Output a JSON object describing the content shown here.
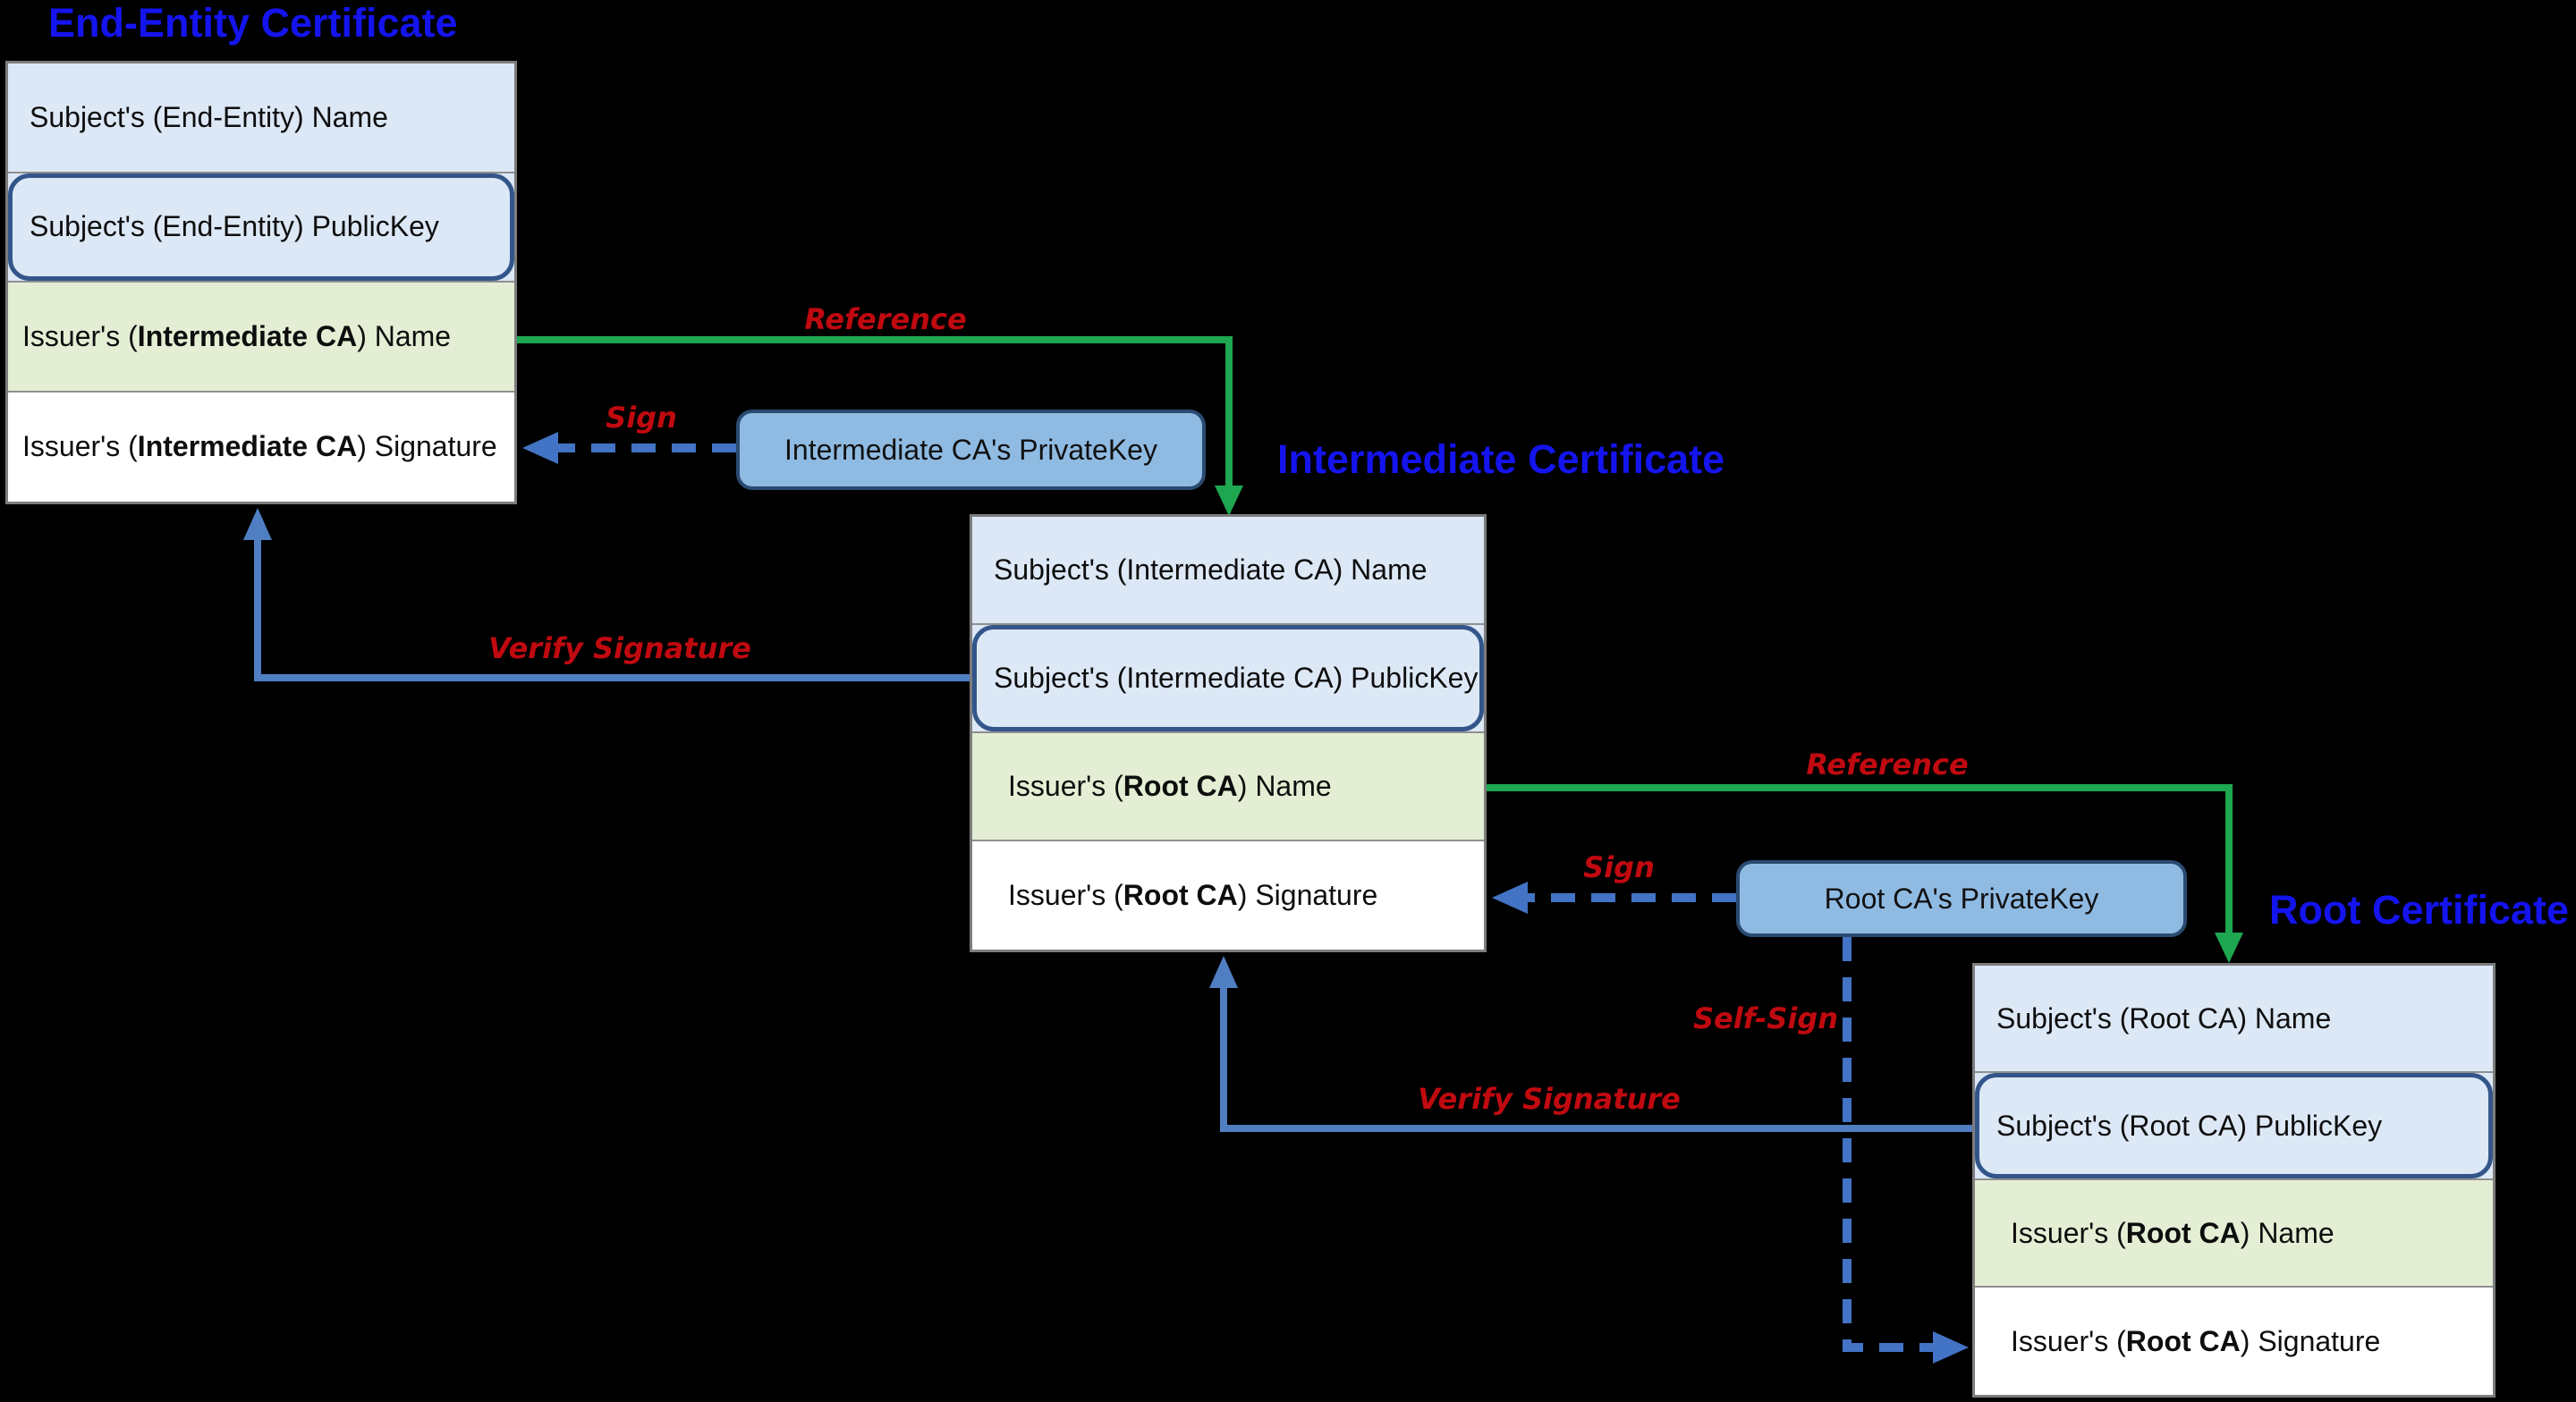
{
  "certs": [
    {
      "title": "End-Entity Certificate",
      "rows": [
        {
          "prefix": "Subject's (End-Entity) Name",
          "bold": "",
          "suffix": ""
        },
        {
          "prefix": "Subject's (End-Entity) PublicKey",
          "bold": "",
          "suffix": ""
        },
        {
          "prefix": "Issuer's (",
          "bold": "Intermediate CA",
          "suffix": ") Name"
        },
        {
          "prefix": "Issuer's (",
          "bold": "Intermediate CA",
          "suffix": ") Signature"
        }
      ]
    },
    {
      "title": "Intermediate Certificate",
      "rows": [
        {
          "prefix": "Subject's (Intermediate CA) Name",
          "bold": "",
          "suffix": ""
        },
        {
          "prefix": "Subject's (Intermediate CA) PublicKey",
          "bold": "",
          "suffix": ""
        },
        {
          "prefix": "Issuer's (",
          "bold": "Root CA",
          "suffix": ") Name"
        },
        {
          "prefix": "Issuer's (",
          "bold": "Root CA",
          "suffix": ") Signature"
        }
      ]
    },
    {
      "title": "Root Certificate",
      "rows": [
        {
          "prefix": "Subject's (Root CA) Name",
          "bold": "",
          "suffix": ""
        },
        {
          "prefix": "Subject's (Root CA) PublicKey",
          "bold": "",
          "suffix": ""
        },
        {
          "prefix": "Issuer's (",
          "bold": "Root CA",
          "suffix": ") Name"
        },
        {
          "prefix": "Issuer's (",
          "bold": "Root CA",
          "suffix": ") Signature"
        }
      ]
    }
  ],
  "private_keys": {
    "intermediate": "Intermediate CA's PrivateKey",
    "root": "Root CA's PrivateKey"
  },
  "labels": {
    "reference_1": "Reference",
    "sign_1": "Sign",
    "verify_1": "Verify Signature",
    "reference_2": "Reference",
    "sign_2": "Sign",
    "verify_2": "Verify Signature",
    "self_sign": "Self-Sign"
  },
  "colors": {
    "background": "#000000",
    "title_blue": "#1414ef",
    "label_red": "#c00a10",
    "reference_arrow_green": "#1ea750",
    "verify_arrow_blue": "#4f7ec2",
    "sign_arrow_blue": "#4273c4",
    "row_fill_blue": "#dce8f6",
    "row_fill_green": "#e4eed4",
    "row_fill_white": "#ffffff",
    "publickey_outline_blue": "#33568a",
    "privatekey_fill": "#8fbbe3",
    "privatekey_border": "#2a4a70",
    "box_border_gray": "#7d7d7d"
  }
}
